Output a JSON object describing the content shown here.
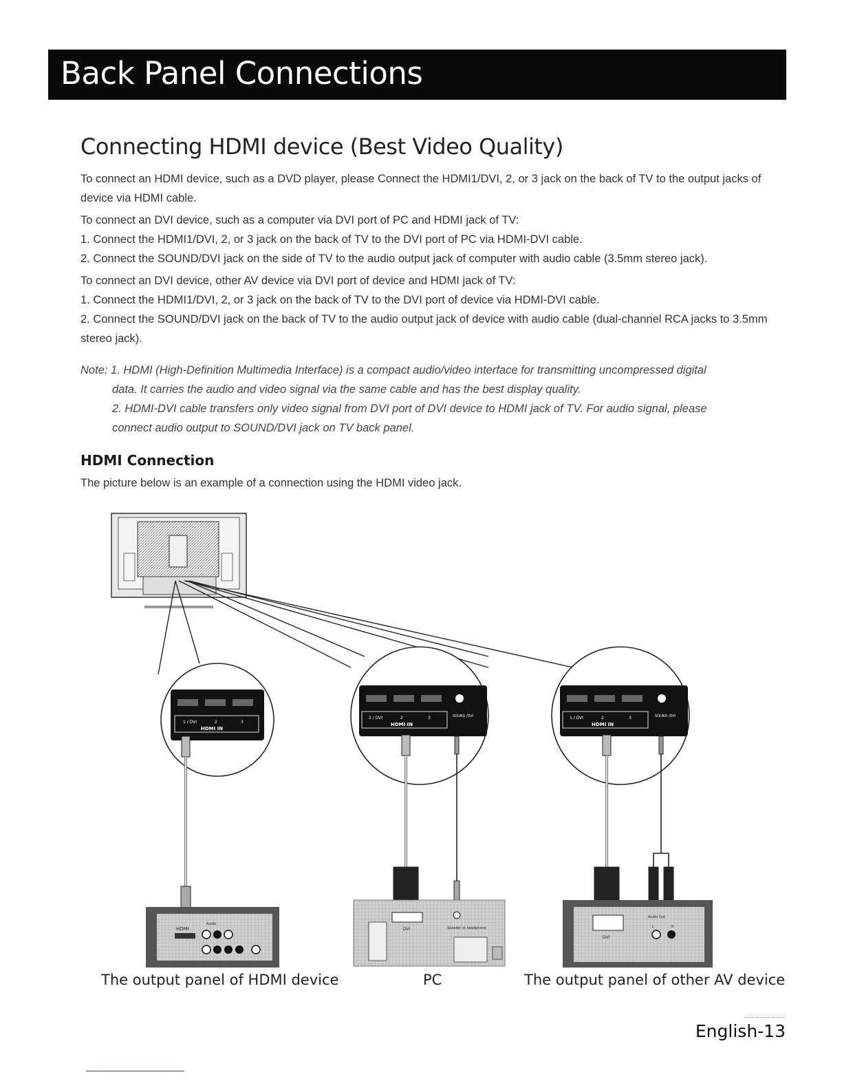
{
  "header": {
    "title": "Back Panel Connections"
  },
  "section": {
    "title": "Connecting HDMI device (Best Video Quality)"
  },
  "body": {
    "p1": "To  connect an HDMI device, such as a DVD player, please Connect the HDMI1/DVI, 2, or 3 jack on the back of  TV to the output jacks of device via HDMI cable.",
    "p2": "To connect an DVI device, such as a computer via DVI port of PC and HDMI jack of TV:",
    "p2_step1": "1. Connect the HDMI1/DVI, 2, or 3 jack on the back of TV to the DVI port of PC via HDMI-DVI cable.",
    "p2_step2": "2. Connect the SOUND/DVI jack on the side of TV to the audio output jack of computer with audio cable (3.5mm stereo jack).",
    "p3": "To connect an DVI device, other AV device via DVI port of device and HDMI jack of TV:",
    "p3_step1": "1. Connect the HDMI1/DVI, 2, or 3 jack on the back of TV to the DVI port of device via HDMI-DVI cable.",
    "p3_step2": "2. Connect the SOUND/DVI jack on the back of TV to the audio output jack of device with audio cable (dual-channel RCA jacks to 3.5mm stereo jack)."
  },
  "note": {
    "line1": "Note: 1. HDMI (High-Definition Multimedia Interface) is a compact audio/video interface for transmitting uncompressed digital",
    "line2": "data. It carries the audio and video signal via the same cable and has the best display quality.",
    "line3": "2. HDMI-DVI cable transfers only video signal from DVI port of DVI device to HDMI jack of TV. For audio signal, please",
    "line4": "connect audio output to SOUND/DVI jack on TV back panel."
  },
  "hdmi_connection": {
    "title": "HDMI Connection",
    "description": "The picture below is an example of a connection using the HDMI video jack."
  },
  "diagram": {
    "jack_labels": {
      "hdmi1": "1 / DVI",
      "hdmi2": "2",
      "hdmi3": "3",
      "hdmi_in": "HDMI IN",
      "sound_dvi": "SOUND /DVI"
    },
    "device_labels": {
      "hdmi": "HDMI",
      "audio": "Audio",
      "dvi": "DVI",
      "speaker": "Speaker or headphone",
      "audio_out": "Audio Out",
      "l": "L",
      "r": "R"
    }
  },
  "captions": {
    "hdmi_device": "The output panel of  HDMI device",
    "pc": "PC",
    "av_device": "The output panel of other AV device"
  },
  "footer": {
    "page": "English-13"
  }
}
